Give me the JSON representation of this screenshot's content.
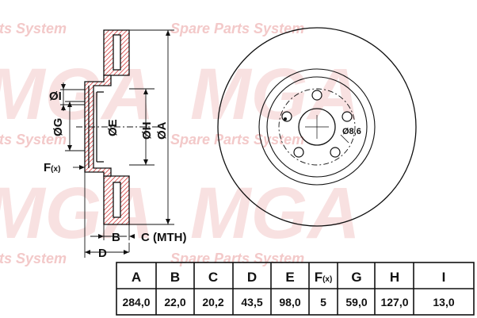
{
  "watermark": {
    "brand": "MGA",
    "tagline": "Spare Parts System",
    "fragment": "rts System"
  },
  "labels": {
    "dia_i": "ØI",
    "dia_g": "ØG",
    "dia_e": "ØE",
    "dia_h": "ØH",
    "dia_a": "ØA",
    "f": "F",
    "f_sub": "(x)",
    "b": "B",
    "c_mth": "C (MTH)",
    "d": "D",
    "bolt_hole": "Ø8,6"
  },
  "spec_table": {
    "headers": [
      "A",
      "B",
      "C",
      "D",
      "E",
      "F",
      "G",
      "H",
      "I"
    ],
    "f_sub": "(x)",
    "values": [
      "284,0",
      "22,0",
      "20,2",
      "43,5",
      "98,0",
      "5",
      "59,0",
      "127,0",
      "13,0"
    ]
  },
  "colors": {
    "line": "#111111",
    "hatch": "#cc2222",
    "watermark": "#f3c9c9"
  }
}
